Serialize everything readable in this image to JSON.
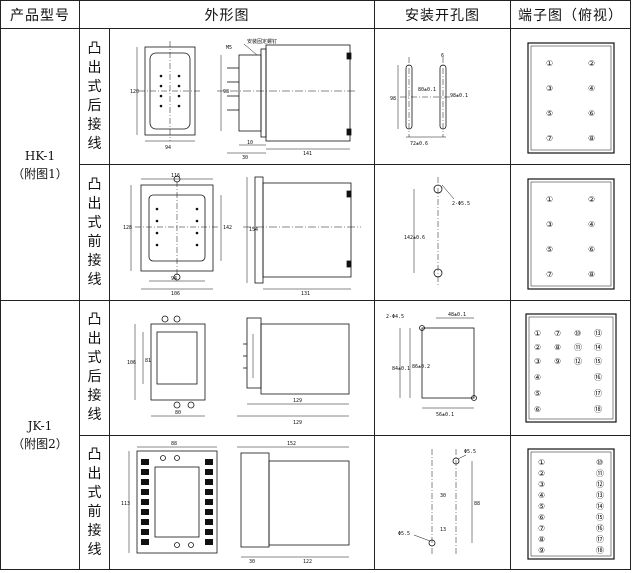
{
  "header": {
    "model": "产品型号",
    "outline": "外形图",
    "cutout": "安装开孔图",
    "terminal": "端子图（俯视）"
  },
  "groups": [
    {
      "model": "HK-1",
      "figure": "（附图1）"
    },
    {
      "model": "JK-1",
      "figure": "（附图2）"
    }
  ],
  "mounting": {
    "rear": [
      "凸",
      "出",
      "式",
      "后",
      "接",
      "线"
    ],
    "front": [
      "凸",
      "出",
      "式",
      "前",
      "接",
      "线"
    ]
  },
  "annotations": {
    "fixing_screw": "安装固定螺钉",
    "m5": "M5"
  },
  "dims": {
    "r1": {
      "height": "120",
      "width": "94",
      "side_h": "98",
      "depth_a": "10",
      "depth_b": "30",
      "depth_c": "141",
      "cut_h": "98",
      "cut_a": "80±0.1",
      "cut_b": "98±0.1",
      "cut_w": "72±0.6",
      "cut_top": "6"
    },
    "r2": {
      "width_top": "116",
      "height": "128",
      "inner_h": "142",
      "bottom_a": "94",
      "bottom_b": "106",
      "side_h": "154",
      "depth": "131",
      "hole": "2-Φ5.5",
      "cut_h": "142±0.6"
    },
    "r3": {
      "h_outer": "106",
      "h_inner": "81",
      "base_w": "80",
      "depth_a": "129",
      "depth_b": "129",
      "holes": "2-Φ4.5",
      "cut_w_top": "48±0.1",
      "cut_h_a": "84±0.1",
      "cut_h_b": "86±0.2",
      "cut_w": "56±0.1"
    },
    "r4": {
      "width": "88",
      "height": "113",
      "depth_total": "152",
      "depth_a": "30",
      "depth_b": "122",
      "hole_a": "Φ5.5",
      "hole_b": "Φ5.5",
      "cut_h": "88",
      "cut_a": "30",
      "cut_b": "13"
    }
  },
  "terminals": {
    "hk": [
      "①",
      "②",
      "③",
      "④",
      "⑤",
      "⑥",
      "⑦",
      "⑧"
    ],
    "jk_rear": [
      "①",
      "⑦",
      "⑩",
      "⑬",
      "②",
      "⑧",
      "⑪",
      "⑭",
      "③",
      "⑨",
      "⑫",
      "⑮",
      "④",
      "⑯",
      "⑤",
      "⑰",
      "⑥",
      "⑱"
    ],
    "jk_front_left": [
      "①",
      "②",
      "③",
      "④",
      "⑤",
      "⑥",
      "⑦",
      "⑧",
      "⑨"
    ],
    "jk_front_right": [
      "⑩",
      "⑪",
      "⑫",
      "⑬",
      "⑭",
      "⑮",
      "⑯",
      "⑰",
      "⑱"
    ]
  }
}
